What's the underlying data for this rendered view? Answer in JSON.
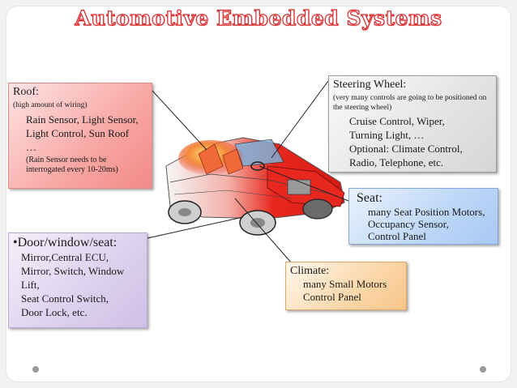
{
  "title": "Automotive Embedded Systems",
  "roof": {
    "heading": "Roof:",
    "sub": "(high amount of wiring)",
    "items": [
      "Rain Sensor, Light Sensor,",
      "Light Control, Sun Roof",
      "…"
    ],
    "note": "(Rain Sensor needs to be interrogated every 10-20ms)"
  },
  "door": {
    "heading": "•Door/window/seat:",
    "items": [
      "Mirror,Central ECU,",
      "Mirror, Switch, Window Lift,",
      "Seat Control Switch,",
      "Door Lock, etc."
    ]
  },
  "steering": {
    "heading": "Steering Wheel:",
    "sub": "(very many controls are going to be positioned on the steering wheel)",
    "items": [
      "Cruise Control, Wiper,",
      "Turning Light, …",
      "Optional: Climate Control,",
      "Radio, Telephone, etc."
    ]
  },
  "seat": {
    "heading": "Seat:",
    "items": [
      "many Seat Position Motors,",
      "Occupancy Sensor,",
      "Control Panel"
    ]
  },
  "climate": {
    "heading": "Climate:",
    "items": [
      "many Small Motors",
      "Control Panel"
    ]
  },
  "colors": {
    "title_outline": "#d9262a",
    "car_red": "#e8281f"
  },
  "icons": {
    "car": "car-cutaway-illustration",
    "nav_left": "nav-dot-icon",
    "nav_right": "nav-dot-icon"
  }
}
